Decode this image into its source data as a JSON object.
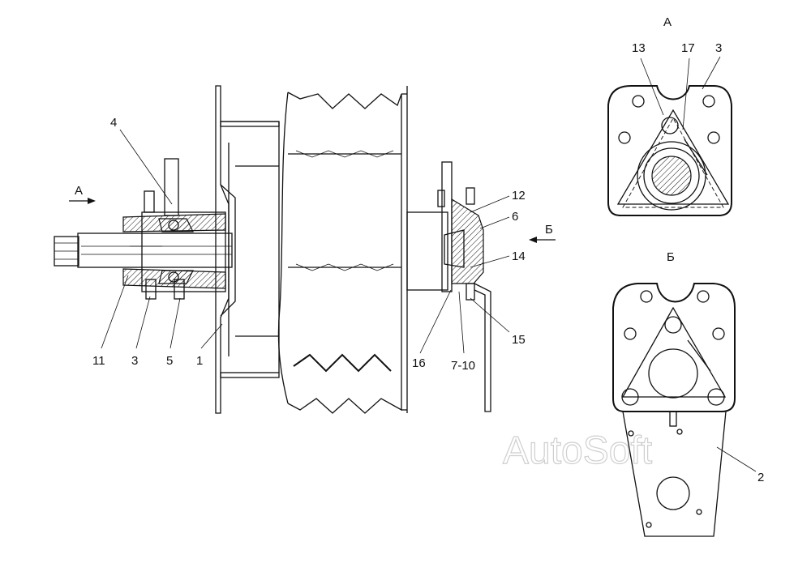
{
  "view_titles": {
    "view_a": "А",
    "view_b": "Б"
  },
  "arrows": {
    "arrow_a": "А",
    "arrow_b": "Б"
  },
  "callouts": {
    "c1": "1",
    "c2": "2",
    "c3_main": "3",
    "c3_view": "3",
    "c4": "4",
    "c5": "5",
    "c6": "6",
    "c7_10": "7-10",
    "c11": "11",
    "c12": "12",
    "c13": "13",
    "c14": "14",
    "c15": "15",
    "c16": "16",
    "c17": "17"
  },
  "watermark": "AutoSoft"
}
